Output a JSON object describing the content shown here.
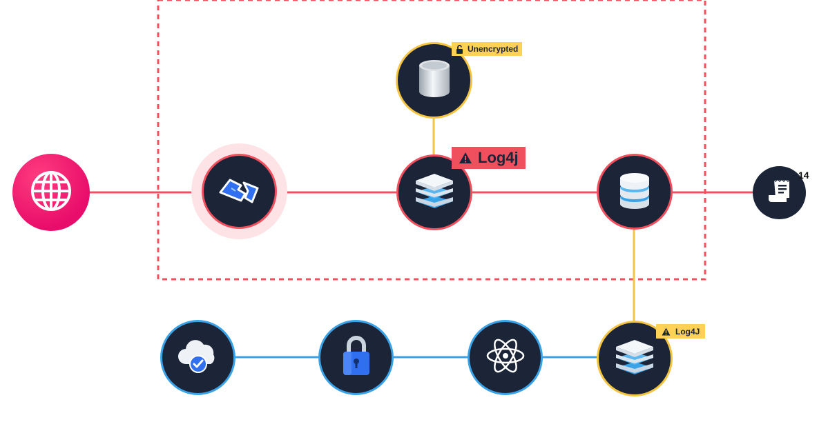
{
  "badges": {
    "storage": "Unencrypted",
    "app_server": "Log4j",
    "bottom_server": "Log4J"
  },
  "log_count": "14",
  "colors": {
    "red": "#f0505e",
    "yellow": "#f5c542",
    "blue": "#3aa3e8",
    "navy": "#1c2437",
    "pink": "#f0136e"
  },
  "icons": {
    "internet": "globe-icon",
    "waf": "broken-shield-icon",
    "storage": "cylinder-storage-icon",
    "app_server": "server-stack-icon",
    "database": "database-icon",
    "logs": "log-document-icon",
    "cloud": "cloud-check-icon",
    "lock": "padlock-icon",
    "atom": "atom-icon",
    "bottom_server": "server-stack-icon"
  }
}
